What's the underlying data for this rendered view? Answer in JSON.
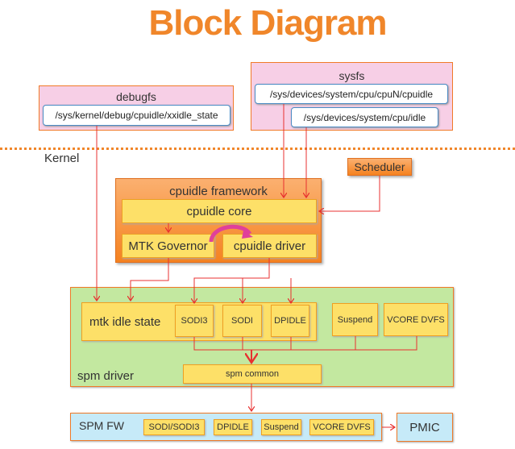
{
  "title": "Block Diagram",
  "debugfs": {
    "label": "debugfs",
    "path": "/sys/kernel/debug/cpuidle/xxidle_state"
  },
  "sysfs": {
    "label": "sysfs",
    "path1": "/sys/devices/system/cpu/cpuN/cpuidle",
    "path2": "/sys/devices/system/cpu/idle"
  },
  "kernel_label": "Kernel",
  "scheduler": "Scheduler",
  "cpuidle_framework": {
    "label": "cpuidle framework",
    "core": "cpuidle core",
    "governor": "MTK Governor",
    "driver": "cpuidle driver"
  },
  "spm_driver": {
    "label": "spm driver",
    "idle_state": "mtk idle state",
    "states": [
      "SODI3",
      "SODI",
      "DPIDLE"
    ],
    "suspend": "Suspend",
    "vcore": "VCORE DVFS",
    "common": "spm common"
  },
  "spm_fw": {
    "label": "SPM FW",
    "items": [
      "SODI/SODI3",
      "DPIDLE",
      "Suspend",
      "VCORE DVFS"
    ]
  },
  "pmic": "PMIC",
  "colors": {
    "accent": "#f0862a",
    "wire": "#e83030",
    "pink_arrow": "#e0409a"
  }
}
